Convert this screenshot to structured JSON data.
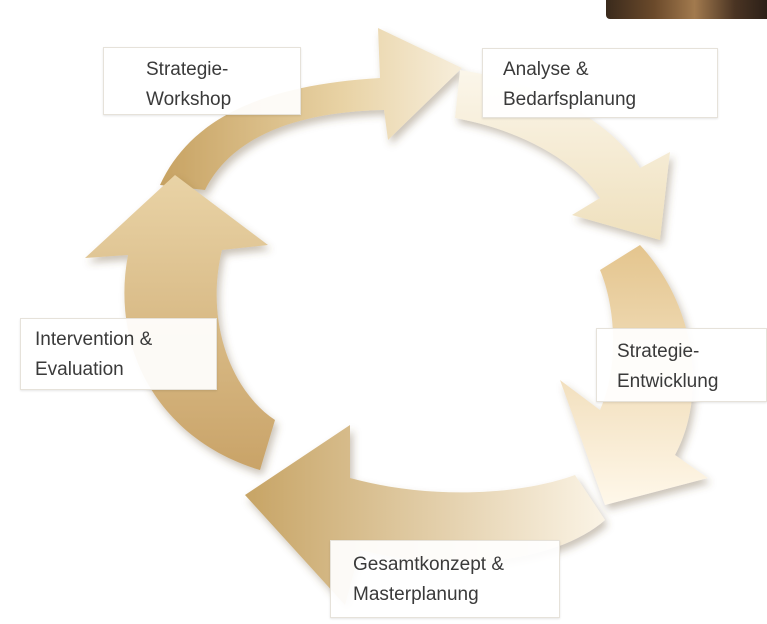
{
  "diagram": {
    "type": "cycle",
    "stages": [
      {
        "id": "workshop",
        "lines": [
          "Strategie-",
          "Workshop"
        ]
      },
      {
        "id": "analyse",
        "lines": [
          "Analyse &",
          "Bedarfsplanung"
        ]
      },
      {
        "id": "strategie",
        "lines": [
          "Strategie-",
          "Entwicklung"
        ]
      },
      {
        "id": "gesamt",
        "lines": [
          "Gesamtkonzept &",
          "Masterplanung"
        ]
      },
      {
        "id": "interv",
        "lines": [
          "Intervention &",
          "Evaluation"
        ]
      }
    ]
  },
  "colors": {
    "arrow_gold": "#c9a66b",
    "arrow_light": "#f6ecd8",
    "arrow_shadow": "#8a6d3f",
    "label_text": "#3a3a3a"
  }
}
